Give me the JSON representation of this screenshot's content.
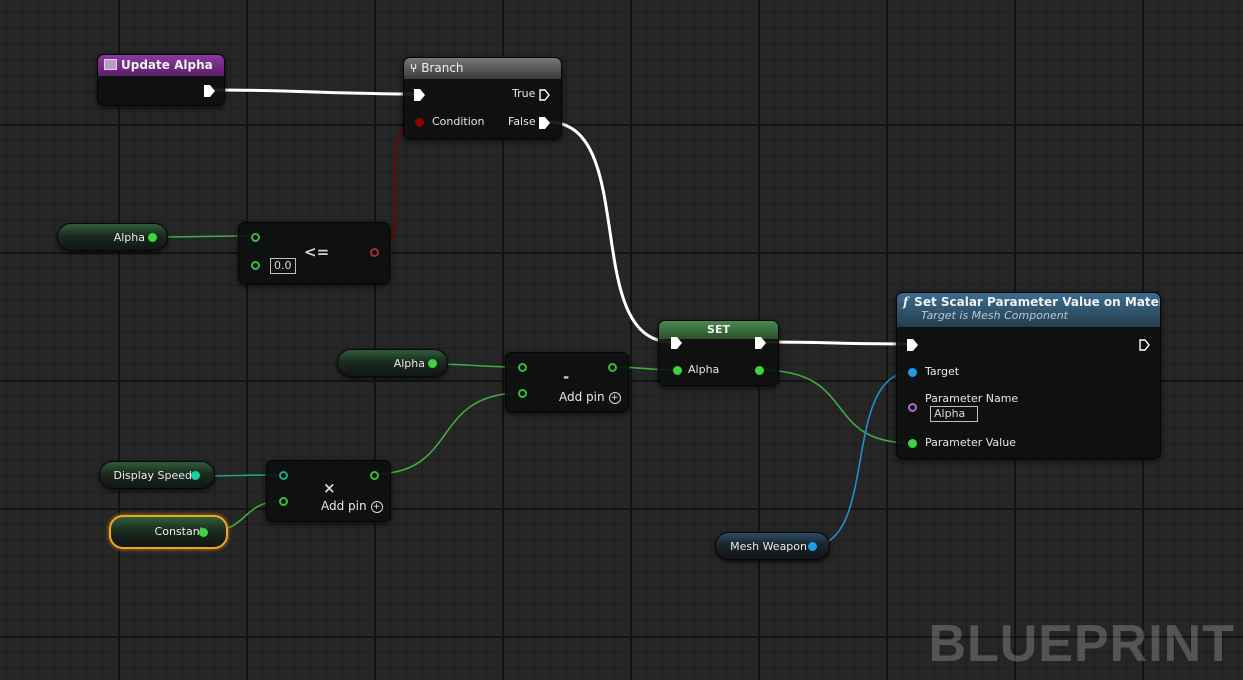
{
  "nodes": {
    "update_alpha": {
      "title": "Update Alpha"
    },
    "branch": {
      "title": "Branch",
      "true_label": "True",
      "false_label": "False",
      "condition_label": "Condition"
    },
    "compare": {
      "operator": "<=",
      "literal": "0.0"
    },
    "subtract": {
      "operator": "-",
      "add_pin": "Add pin"
    },
    "multiply": {
      "operator": "×",
      "add_pin": "Add pin"
    },
    "set": {
      "title": "SET",
      "alpha_label": "Alpha"
    },
    "set_scalar": {
      "title": "Set Scalar Parameter Value on Materials",
      "subtitle": "Target is Mesh Component",
      "target_label": "Target",
      "param_name_label": "Parameter Name",
      "param_name_value": "Alpha",
      "param_value_label": "Parameter Value"
    }
  },
  "variables": {
    "alpha_1": "Alpha",
    "alpha_2": "Alpha",
    "display_speed": "Display Speed",
    "constant": "Constant",
    "mesh_weapon": "Mesh Weapon"
  },
  "watermark": "BLUEPRINT",
  "colors": {
    "float_pin": "#3fd43f",
    "object_pin": "#1e9ee8",
    "bool_pin": "#8a0000",
    "name_pin": "#b06cc9",
    "exec_wire": "#ffffff",
    "selection": "#f0a424",
    "event_header": "#7a2e8c",
    "function_header": "#3c6d8e",
    "set_header": "#4b8a4e"
  }
}
